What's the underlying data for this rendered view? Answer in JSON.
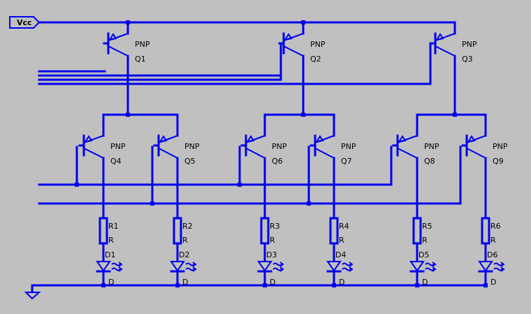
{
  "supply": {
    "label": "Vcc"
  },
  "transistors": [
    {
      "ref": "Q1",
      "type": "PNP"
    },
    {
      "ref": "Q2",
      "type": "PNP"
    },
    {
      "ref": "Q3",
      "type": "PNP"
    },
    {
      "ref": "Q4",
      "type": "PNP"
    },
    {
      "ref": "Q5",
      "type": "PNP"
    },
    {
      "ref": "Q6",
      "type": "PNP"
    },
    {
      "ref": "Q7",
      "type": "PNP"
    },
    {
      "ref": "Q8",
      "type": "PNP"
    },
    {
      "ref": "Q9",
      "type": "PNP"
    }
  ],
  "resistors": [
    {
      "ref": "R1",
      "value": "R"
    },
    {
      "ref": "R2",
      "value": "R"
    },
    {
      "ref": "R3",
      "value": "R"
    },
    {
      "ref": "R4",
      "value": "R"
    },
    {
      "ref": "R5",
      "value": "R"
    },
    {
      "ref": "R6",
      "value": "R"
    }
  ],
  "diodes": [
    {
      "ref": "D1",
      "value": "D"
    },
    {
      "ref": "D2",
      "value": "D"
    },
    {
      "ref": "D3",
      "value": "D"
    },
    {
      "ref": "D4",
      "value": "D"
    },
    {
      "ref": "D5",
      "value": "D"
    },
    {
      "ref": "D6",
      "value": "D"
    }
  ],
  "colors": {
    "wire": "#0000ee",
    "background": "#c0c0c0",
    "text": "#000000"
  }
}
